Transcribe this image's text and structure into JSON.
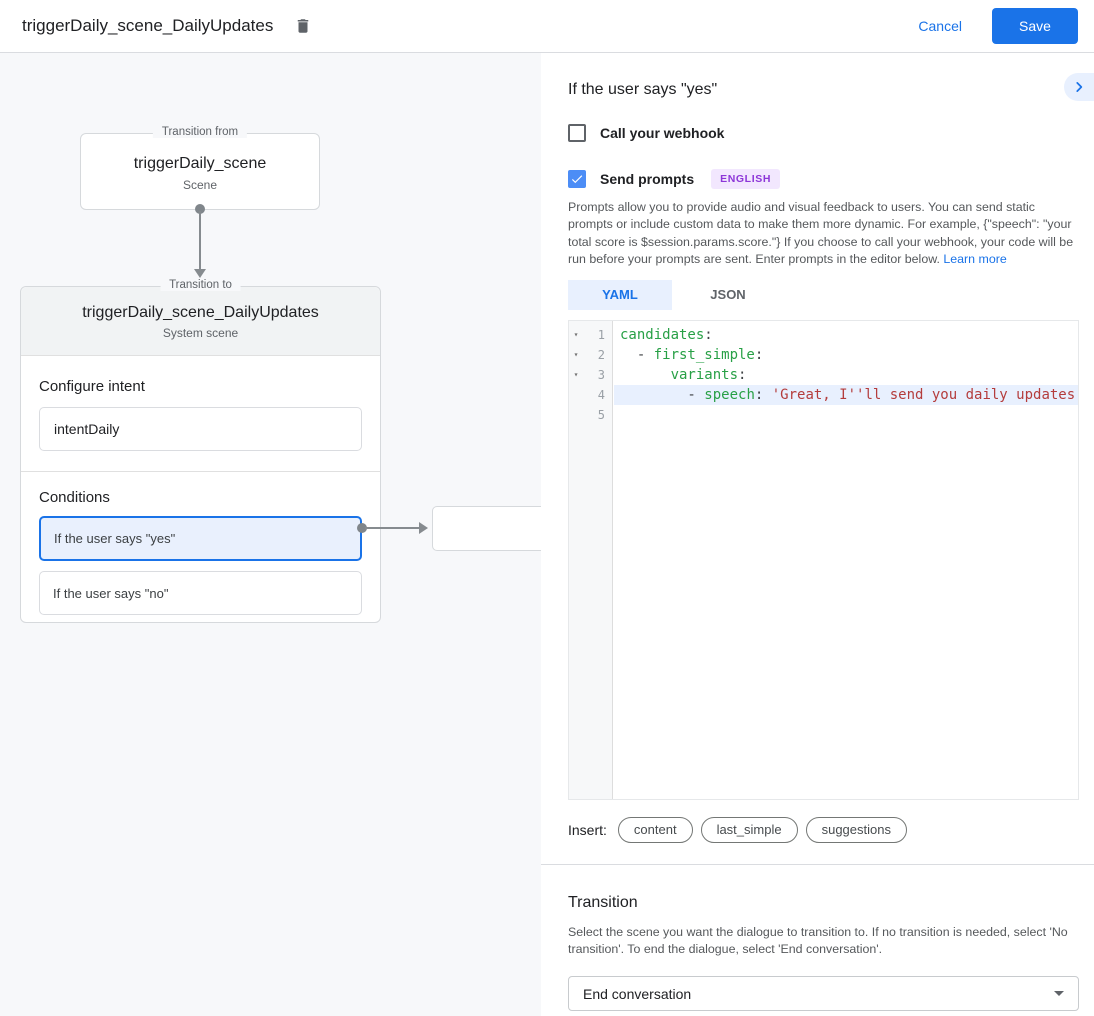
{
  "topbar": {
    "title": "triggerDaily_scene_DailyUpdates",
    "cancel_label": "Cancel",
    "save_label": "Save"
  },
  "canvas": {
    "from_box": {
      "label": "Transition from",
      "title": "triggerDaily_scene",
      "subtitle": "Scene"
    },
    "to_box": {
      "label": "Transition to",
      "title": "triggerDaily_scene_DailyUpdates",
      "subtitle": "System scene",
      "configure_intent_label": "Configure intent",
      "intent_value": "intentDaily",
      "conditions_label": "Conditions",
      "condition_yes": "If the user says \"yes\"",
      "condition_no": "If the user says \"no\""
    }
  },
  "panel": {
    "heading": "If the user says \"yes\"",
    "webhook_label": "Call your webhook",
    "send_prompts_label": "Send prompts",
    "language_badge": "ENGLISH",
    "description": "Prompts allow you to provide audio and visual feedback to users. You can send static prompts or include custom data to make them more dynamic. For example, {\"speech\": \"your total score is $session.params.score.\"} If you choose to call your webhook, your code will be run before your prompts are sent. Enter prompts in the editor below. ",
    "learn_more_label": "Learn more",
    "tabs": [
      {
        "label": "YAML",
        "active": true
      },
      {
        "label": "JSON",
        "active": false
      }
    ],
    "editor": {
      "lines": [
        {
          "num": 1,
          "fold": true,
          "active": false,
          "segments": [
            {
              "text": "candidates",
              "cls": "key"
            },
            {
              "text": ":",
              "cls": "punc"
            }
          ]
        },
        {
          "num": 2,
          "fold": true,
          "active": false,
          "segments": [
            {
              "text": "  - ",
              "cls": "punc"
            },
            {
              "text": "first_simple",
              "cls": "key"
            },
            {
              "text": ":",
              "cls": "punc"
            }
          ]
        },
        {
          "num": 3,
          "fold": true,
          "active": false,
          "segments": [
            {
              "text": "      ",
              "cls": "punc"
            },
            {
              "text": "variants",
              "cls": "key"
            },
            {
              "text": ":",
              "cls": "punc"
            }
          ]
        },
        {
          "num": 4,
          "fold": false,
          "active": true,
          "segments": [
            {
              "text": "        - ",
              "cls": "punc"
            },
            {
              "text": "speech",
              "cls": "key"
            },
            {
              "text": ": ",
              "cls": "punc"
            },
            {
              "text": "'Great, I''ll send you daily updates.",
              "cls": "str"
            }
          ]
        },
        {
          "num": 5,
          "fold": false,
          "active": false,
          "segments": []
        }
      ]
    },
    "insert_label": "Insert:",
    "chips": [
      "content",
      "last_simple",
      "suggestions"
    ],
    "transition": {
      "heading": "Transition",
      "description": "Select the scene you want the dialogue to transition to. If no transition is needed, select 'No transition'. To end the dialogue, select 'End conversation'.",
      "selected_value": "End conversation"
    }
  },
  "colors": {
    "accent_blue": "#1a73e8",
    "selected_condition_bg": "#e9f0fd",
    "badge_bg": "#f2e7fe",
    "badge_text": "#8d36d8",
    "code_key_green": "#28a046",
    "code_string_red": "#b43c3c",
    "active_line_bg": "#e8f0fe",
    "canvas_bg": "#f7f8fa"
  }
}
